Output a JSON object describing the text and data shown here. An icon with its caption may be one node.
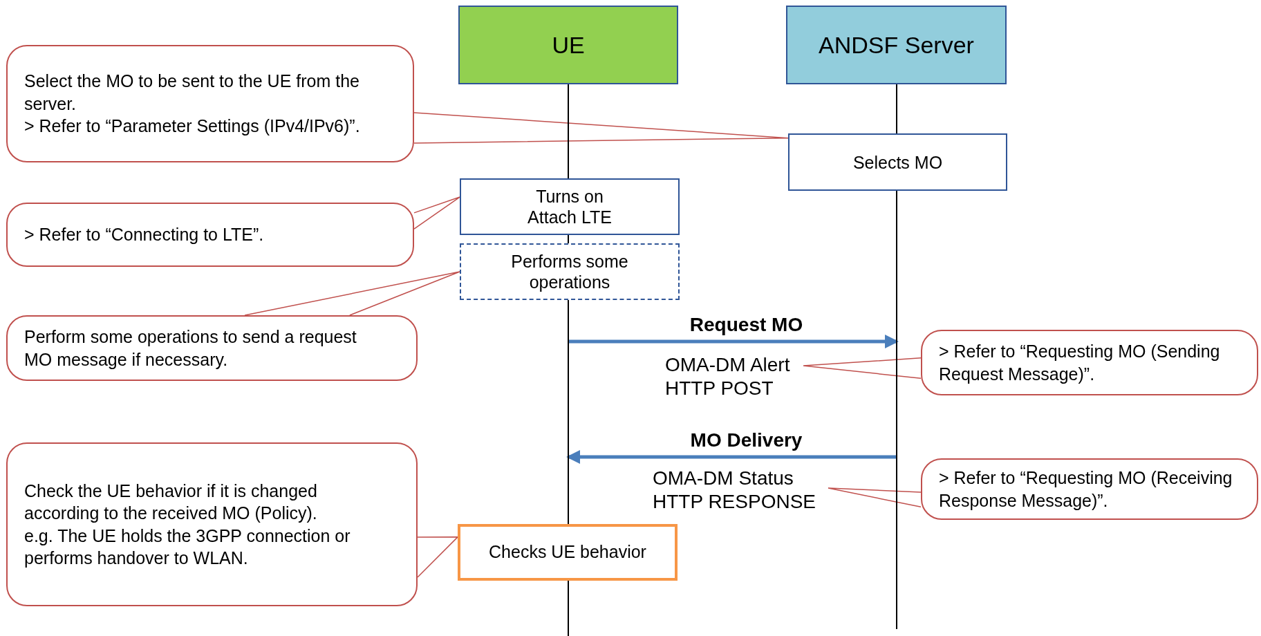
{
  "diagram": {
    "nodes": [
      {
        "text": [
          "UE"
        ]
      },
      {
        "text": [
          "ANDSF Server"
        ]
      },
      {
        "text": [
          "Selects MO"
        ]
      },
      {
        "text": [
          "Turns on Attach LTE"
        ]
      },
      {
        "text": [
          "Performs some operations"
        ]
      },
      {
        "text": [
          "Checks UE behavior"
        ]
      },
      {
        "text": [
          "Select the MO to be sent to the UE from the server.",
          "> Refer to “Parameter Settings (IPv4/IPv6)”."
        ]
      },
      {
        "text": [
          "> Refer to “Connecting to LTE”."
        ]
      },
      {
        "text": [
          "Perform some operations to send a request MO message if necessary."
        ]
      },
      {
        "text": [
          "Check the UE behavior if it is changed according to the received MO (Policy).",
          "e.g. The UE holds the 3GPP connection or performs handover to WLAN."
        ]
      },
      {
        "text": [
          "> Refer to “Requesting MO (Sending Request Message)”."
        ]
      },
      {
        "text": [
          "> Refer to “Requesting MO (Receiving Response Message)”."
        ]
      },
      {
        "text": [
          "OMA-DM Alert HTTP POST"
        ]
      },
      {
        "text": [
          "OMA-DM Status HTTP RESPONSE"
        ]
      },
      {
        "text": [],
        "shape": "line"
      },
      {
        "text": [],
        "shape": "line"
      }
    ],
    "edges": [
      {
        "from": 6,
        "to": 2,
        "arrow": "none"
      },
      {
        "from": 7,
        "to": 3,
        "arrow": "none"
      },
      {
        "from": 8,
        "to": 4,
        "arrow": "none"
      },
      {
        "from": 9,
        "to": 5,
        "arrow": "none"
      },
      {
        "from": 10,
        "to": 12,
        "arrow": "none"
      },
      {
        "from": 11,
        "to": 13,
        "arrow": "none"
      },
      {
        "from": 14,
        "to": 15,
        "arrow": "to",
        "label": "Request MO",
        "style": "thick",
        "color": "#4a7ebb"
      },
      {
        "from": 15,
        "to": 14,
        "arrow": "to",
        "label": "MO Delivery",
        "style": "thick",
        "color": "#4a7ebb"
      }
    ]
  }
}
